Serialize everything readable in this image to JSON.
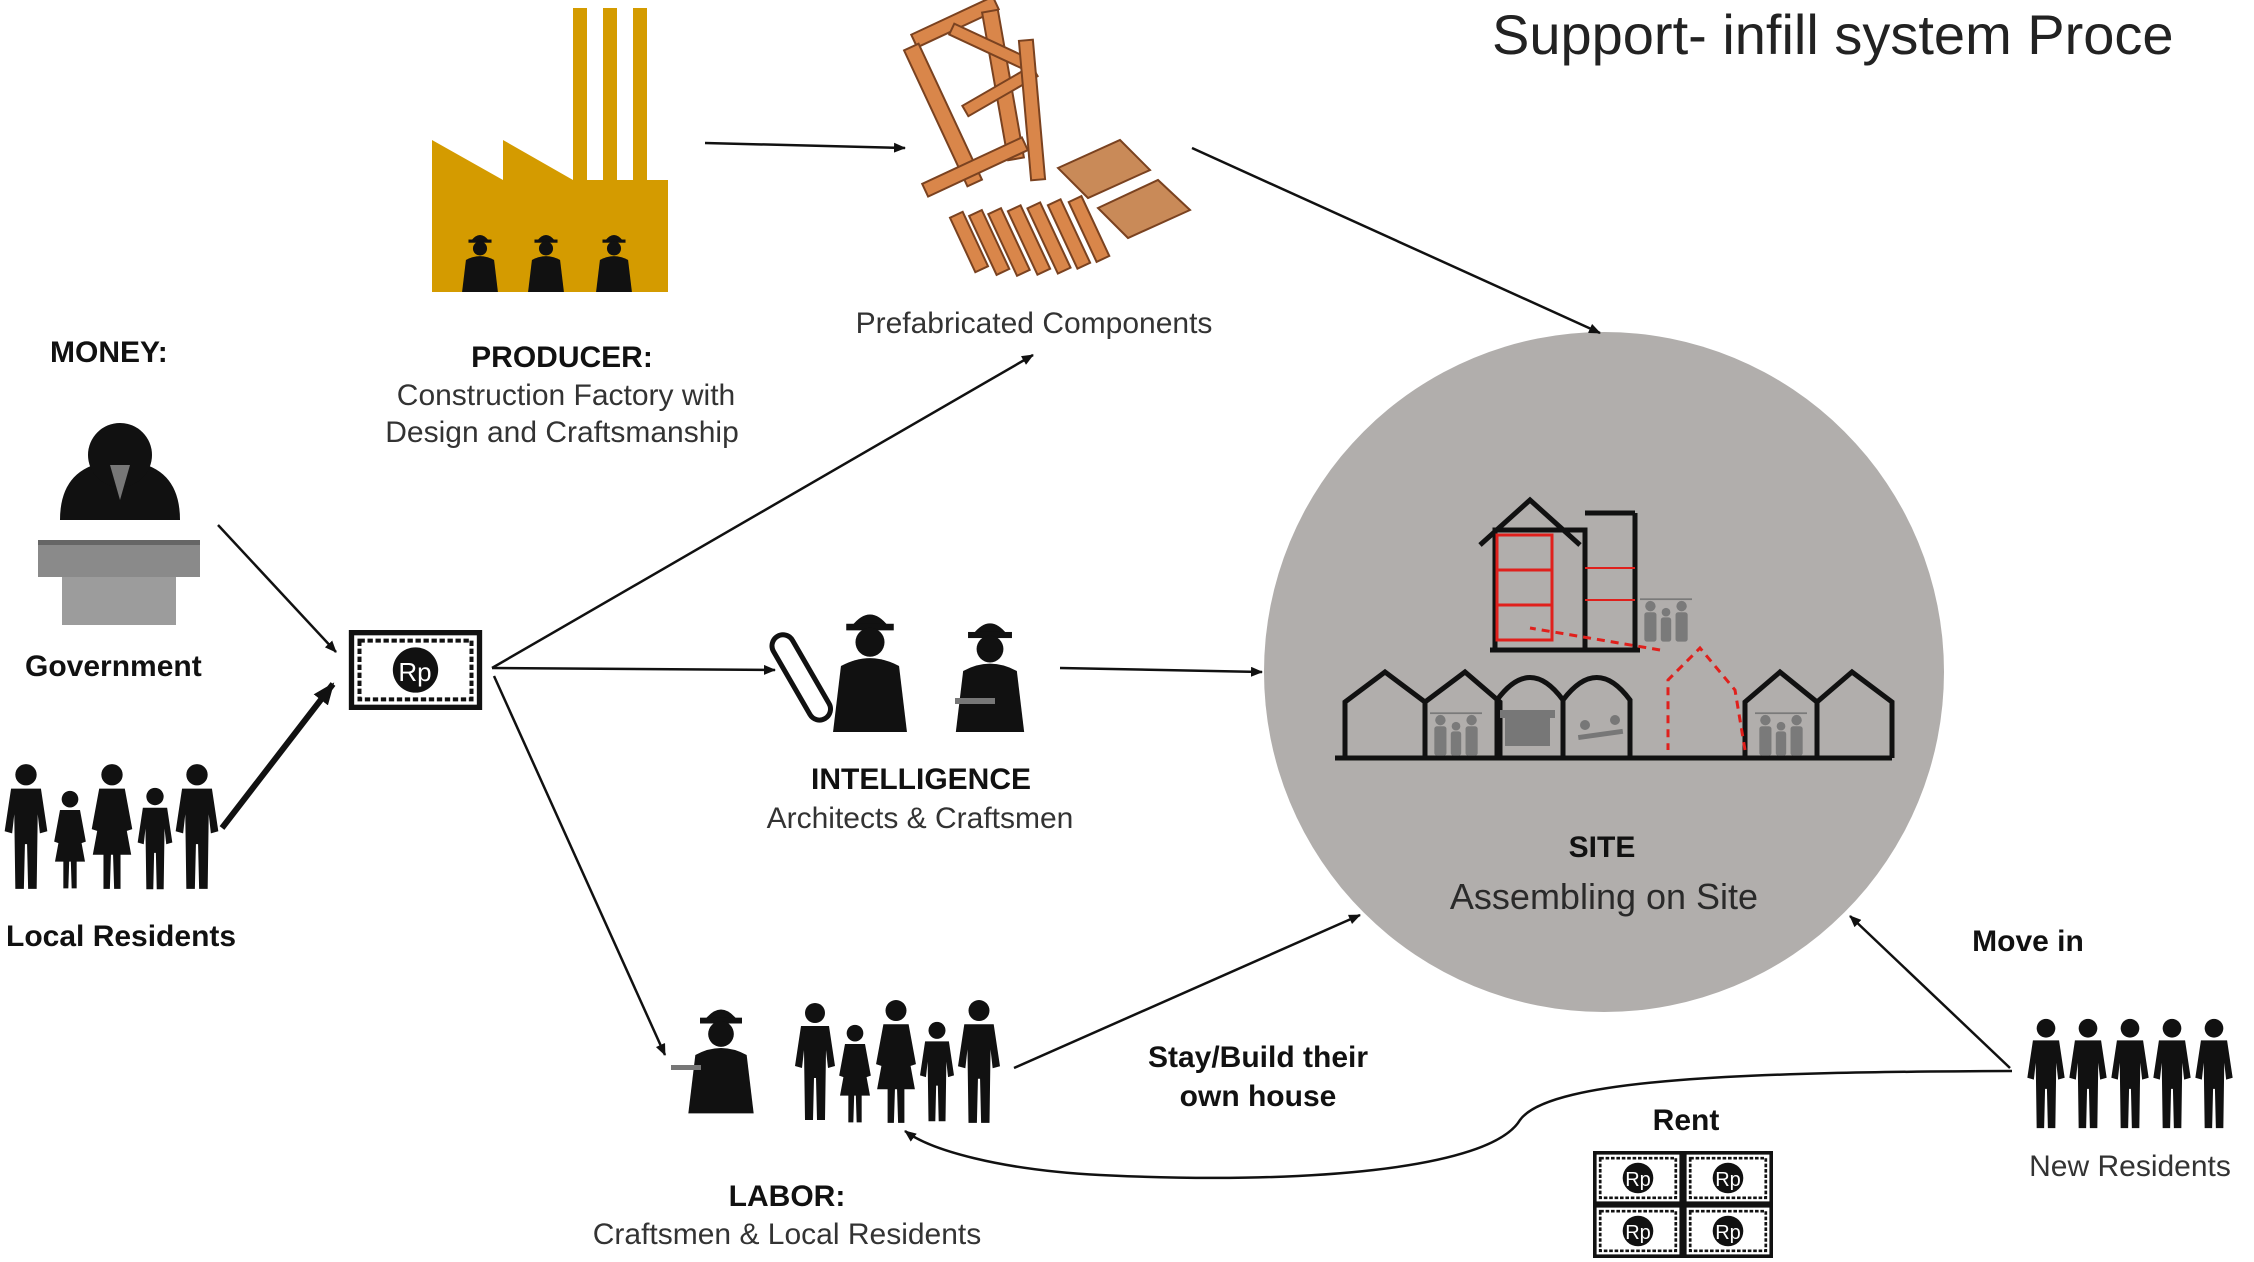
{
  "title": "Support- infill system Proce",
  "money": {
    "heading": "MONEY:",
    "government_label": "Government",
    "residents_label": "Local Residents",
    "currency_symbol": "Rp"
  },
  "producer": {
    "heading": "PRODUCER:",
    "line1": "Construction Factory with",
    "line2": "Design and Craftsmanship"
  },
  "components": {
    "label": "Prefabricated Components"
  },
  "intelligence": {
    "heading": "INTELLIGENCE",
    "subtitle": "Architects & Craftsmen"
  },
  "site": {
    "heading": "SITE",
    "subtitle": "Assembling on Site"
  },
  "labor": {
    "heading": "LABOR:",
    "subtitle": "Craftsmen & Local Residents",
    "stay_line1": "Stay/Build their",
    "stay_line2": "own house"
  },
  "new_residents": {
    "move_in": "Move in",
    "label": "New Residents",
    "rent": "Rent"
  },
  "colors": {
    "factory": "#d49b00",
    "site_circle": "#b1aeac",
    "highlight": "#e0201c",
    "wood": "#d9864a"
  }
}
